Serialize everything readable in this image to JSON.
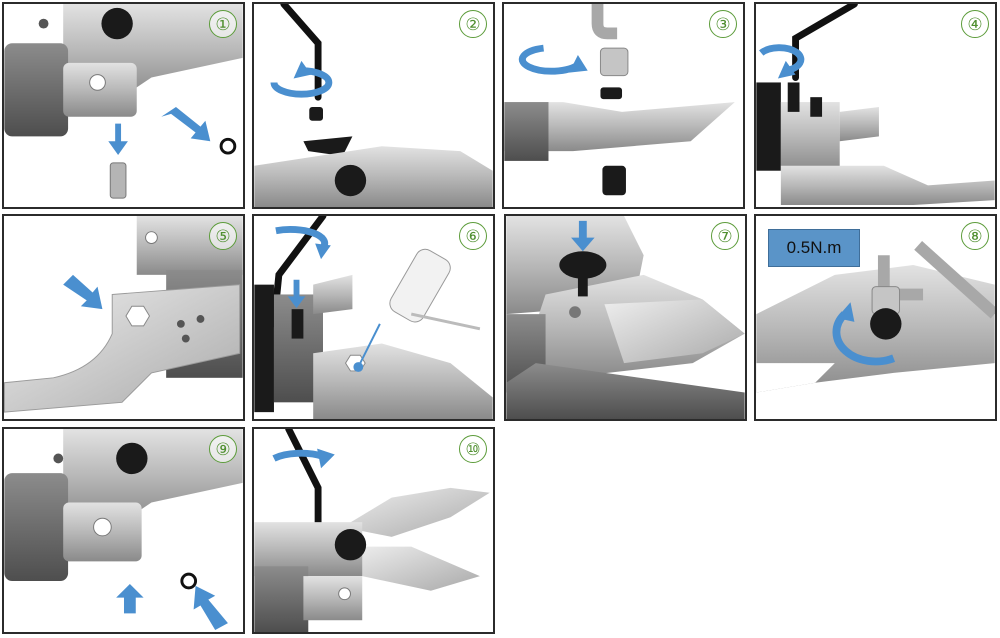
{
  "colors": {
    "border": "#2b2b2b",
    "step_number": "#4f8f2f",
    "arrow_blue": "#4a8fcf",
    "metal_light": "#c9c9c9",
    "metal_dark": "#6f6f6f",
    "screw_black": "#1a1a1a"
  },
  "steps": [
    {
      "number": "①",
      "icon": "remove-pin-and-e-clip"
    },
    {
      "number": "②",
      "icon": "unscrew-hex-key"
    },
    {
      "number": "③",
      "icon": "unscrew-socket-wrench"
    },
    {
      "number": "④",
      "icon": "unscrew-second-screw"
    },
    {
      "number": "⑤",
      "icon": "remove-blade"
    },
    {
      "number": "⑥",
      "icon": "apply-threadlocker"
    },
    {
      "number": "⑦",
      "icon": "insert-screw"
    },
    {
      "number": "⑧",
      "icon": "tighten-with-torque",
      "torque_label": "0.5N.m"
    },
    {
      "number": "⑨",
      "icon": "insert-pin-and-e-clip"
    },
    {
      "number": "⑩",
      "icon": "tighten-hex-key"
    }
  ]
}
